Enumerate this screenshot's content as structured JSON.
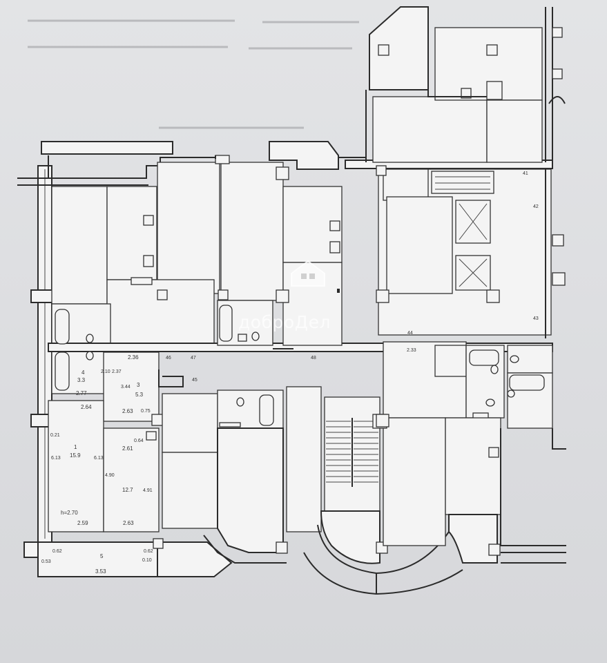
{
  "watermark": {
    "text": "доброДел",
    "icon": "house-logo-icon"
  },
  "labels": [
    {
      "id": "t1",
      "text": "4"
    },
    {
      "id": "t2",
      "text": "3.3"
    },
    {
      "id": "t3",
      "text": "2.10"
    },
    {
      "id": "t4",
      "text": "2.77"
    },
    {
      "id": "t5",
      "text": "2.36"
    },
    {
      "id": "t6",
      "text": "2.37"
    },
    {
      "id": "t7",
      "text": "3.44"
    },
    {
      "id": "t8",
      "text": "3"
    },
    {
      "id": "t9",
      "text": "5.3"
    },
    {
      "id": "t10",
      "text": "2.64"
    },
    {
      "id": "t11",
      "text": "2.63"
    },
    {
      "id": "t12",
      "text": "0.21"
    },
    {
      "id": "t13",
      "text": "1"
    },
    {
      "id": "t14",
      "text": "15.9"
    },
    {
      "id": "t15",
      "text": "6.13"
    },
    {
      "id": "t16",
      "text": "6.13"
    },
    {
      "id": "t17",
      "text": "2.61"
    },
    {
      "id": "t18",
      "text": "4.90"
    },
    {
      "id": "t19",
      "text": "12.7"
    },
    {
      "id": "t20",
      "text": "4.91"
    },
    {
      "id": "t21",
      "text": "h=2.70"
    },
    {
      "id": "t22",
      "text": "2.59"
    },
    {
      "id": "t23",
      "text": "2.63"
    },
    {
      "id": "t24",
      "text": "0.62"
    },
    {
      "id": "t25",
      "text": "0.53"
    },
    {
      "id": "t26",
      "text": "5"
    },
    {
      "id": "t27",
      "text": "3.53"
    },
    {
      "id": "t28",
      "text": "0.62"
    },
    {
      "id": "t29",
      "text": "0.10"
    },
    {
      "id": "t30",
      "text": "46"
    },
    {
      "id": "t31",
      "text": "47"
    },
    {
      "id": "t32",
      "text": "45"
    },
    {
      "id": "t33",
      "text": "48"
    },
    {
      "id": "t34",
      "text": "44"
    },
    {
      "id": "t35",
      "text": "2.33"
    },
    {
      "id": "t36",
      "text": "41"
    },
    {
      "id": "t37",
      "text": "42"
    },
    {
      "id": "t38",
      "text": "43"
    },
    {
      "id": "t39",
      "text": "0.75"
    },
    {
      "id": "t40",
      "text": "0.64"
    }
  ]
}
